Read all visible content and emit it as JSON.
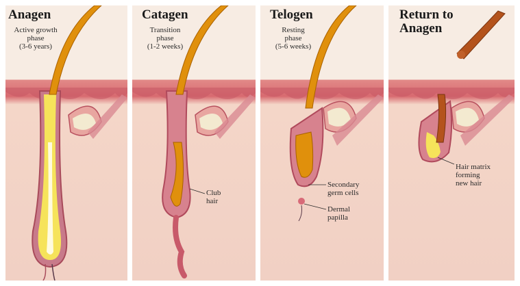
{
  "panels": [
    {
      "title": "Anagen",
      "subtitle": [
        "Active growth",
        "phase",
        "(3-6 years)"
      ]
    },
    {
      "title": "Catagen",
      "subtitle": [
        "Transition",
        "phase",
        "(1-2 weeks)"
      ]
    },
    {
      "title": "Telogen",
      "subtitle": [
        "Resting",
        "phase",
        "(5-6 weeks)"
      ]
    },
    {
      "title": [
        "Return to",
        "Anagen"
      ]
    }
  ],
  "labels": {
    "club_hair": [
      "Club",
      "hair"
    ],
    "secondary_germ": [
      "Secondary",
      "germ cells"
    ],
    "dermal_papilla": [
      "Dermal",
      "papilla"
    ],
    "hair_matrix": [
      "Hair matrix",
      "forming",
      "new hair"
    ]
  },
  "colors": {
    "epidermis": "#d86a70",
    "dermis": "#f4d6c8",
    "sky": "#f7ece3",
    "hair": "#e0900c",
    "hair_core": "#f6e35a",
    "sheath": "#c85a6a",
    "dark_hair": "#b4531c"
  }
}
